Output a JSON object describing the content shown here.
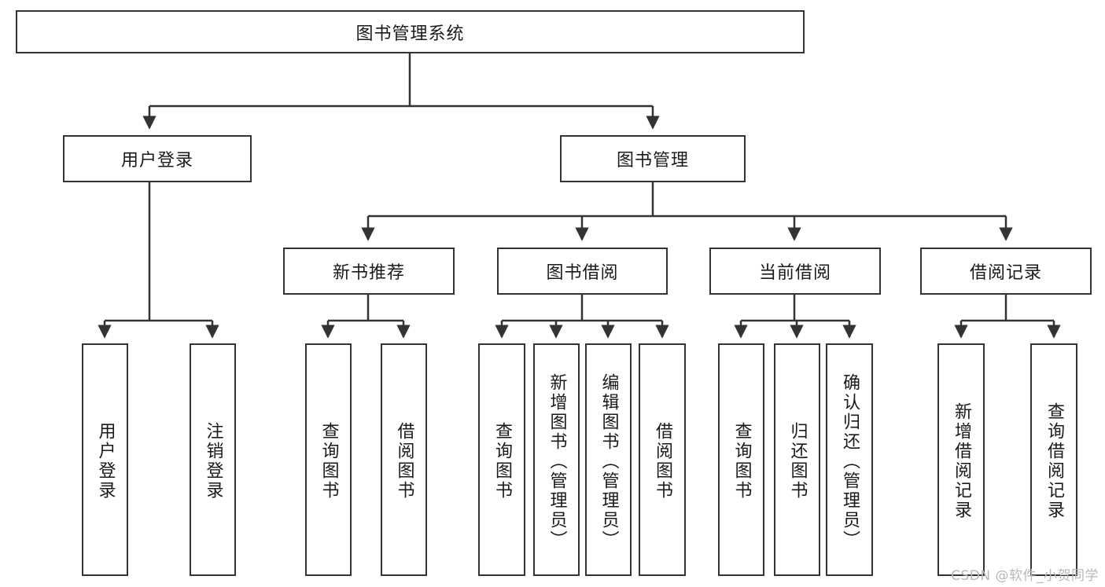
{
  "diagram": {
    "type": "tree-hierarchy-chart",
    "title": "图书管理系统",
    "watermark": "CSDN @软件_小贺同学",
    "colors": {
      "box_border": "#333333",
      "box_fill": "#ffffff",
      "edge": "#333333",
      "text": "#1a1a1a",
      "watermark": "#b8b8b8",
      "background": "#ffffff"
    },
    "nodes": {
      "root": {
        "label": "图书管理系统",
        "orientation": "horizontal"
      },
      "level2": [
        {
          "id": "user-login",
          "label": "用户登录",
          "orientation": "horizontal"
        },
        {
          "id": "book-manage",
          "label": "图书管理",
          "orientation": "horizontal"
        }
      ],
      "level3": [
        {
          "id": "new-book-recommend",
          "label": "新书推荐",
          "orientation": "horizontal"
        },
        {
          "id": "book-borrow",
          "label": "图书借阅",
          "orientation": "horizontal"
        },
        {
          "id": "current-borrow",
          "label": "当前借阅",
          "orientation": "horizontal"
        },
        {
          "id": "borrow-record",
          "label": "借阅记录",
          "orientation": "horizontal"
        }
      ],
      "leaves": {
        "user-login": [
          {
            "id": "leaf-user-login",
            "label": "用户登录"
          },
          {
            "id": "leaf-logout",
            "label": "注销登录"
          }
        ],
        "new-book-recommend": [
          {
            "id": "leaf-query-book-1",
            "label": "查询图书"
          },
          {
            "id": "leaf-borrow-book-1",
            "label": "借阅图书"
          }
        ],
        "book-borrow": [
          {
            "id": "leaf-query-book-2",
            "label": "查询图书"
          },
          {
            "id": "leaf-add-book",
            "label": "新增图书（管理员）"
          },
          {
            "id": "leaf-edit-book",
            "label": "编辑图书（管理员）"
          },
          {
            "id": "leaf-borrow-book-2",
            "label": "借阅图书"
          }
        ],
        "current-borrow": [
          {
            "id": "leaf-query-book-3",
            "label": "查询图书"
          },
          {
            "id": "leaf-return-book",
            "label": "归还图书"
          },
          {
            "id": "leaf-confirm-return",
            "label": "确认归还（管理员）"
          }
        ],
        "borrow-record": [
          {
            "id": "leaf-add-record",
            "label": "新增借阅记录"
          },
          {
            "id": "leaf-query-record",
            "label": "查询借阅记录"
          }
        ]
      }
    }
  }
}
